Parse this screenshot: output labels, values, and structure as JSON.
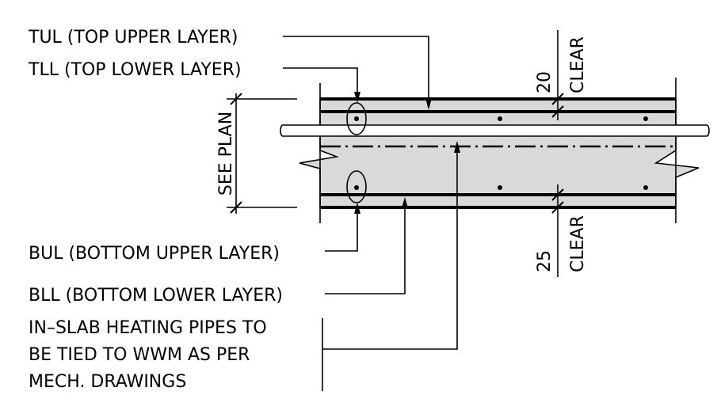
{
  "labels": {
    "tul": "TUL (TOP UPPER LAYER)",
    "tll": "TLL (TOP LOWER LAYER)",
    "bul": "BUL (BOTTOM UPPER LAYER)",
    "bll": "BLL (BOTTOM LOWER LAYER)",
    "pipes_note": [
      "IN–SLAB HEATING PIPES TO",
      "BE TIED TO WWM AS PER",
      "MECH. DRAWINGS"
    ],
    "see_plan": "SEE PLAN",
    "top_clear_value": "20",
    "top_clear_word": "CLEAR",
    "bottom_clear_value": "25",
    "bottom_clear_word": "CLEAR"
  },
  "colors": {
    "slab_fill": "#d9d9d9",
    "line": "#000000",
    "background": "#ffffff"
  }
}
